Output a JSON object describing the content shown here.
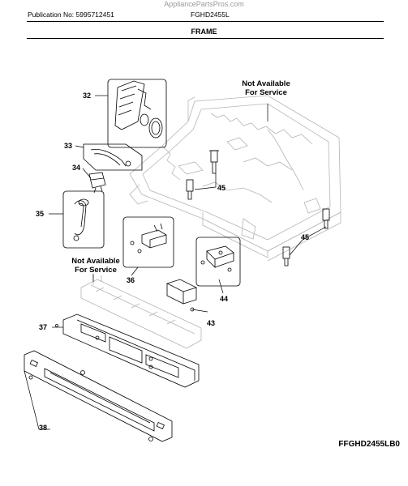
{
  "header": {
    "watermark": "AppliancePartsPros.com",
    "publication": "Publication No: 5995712451",
    "model_top": "FGHD2455L",
    "section_title": "FRAME"
  },
  "notes": {
    "not_available_1": "Not Available",
    "for_service_1": "For Service",
    "not_available_2": "Not Available",
    "for_service_2": "For Service"
  },
  "callouts": {
    "c32": "32",
    "c33": "33",
    "c34": "34",
    "c35": "35",
    "c36": "36",
    "c37": "37",
    "c38": "38",
    "c43": "43",
    "c44": "44",
    "c45a": "45",
    "c45b": "45"
  },
  "footer": {
    "model_code": "FFGHD2455LB0"
  }
}
